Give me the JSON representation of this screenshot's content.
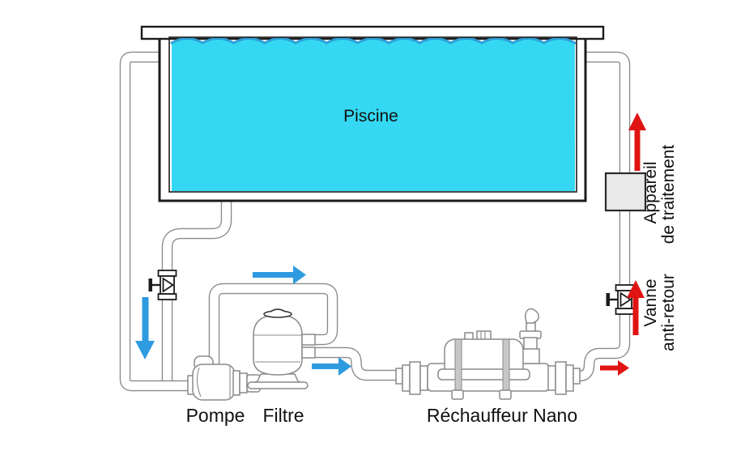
{
  "diagram": {
    "title_context": "Pool plumbing circuit with Nano heater",
    "labels": {
      "pool": "Piscine",
      "pump": "Pompe",
      "filter": "Filtre",
      "heater": "Réchauffeur Nano",
      "treatment_line1": "Appareil",
      "treatment_line2": "de traitement",
      "check_valve_line1": "Vanne",
      "check_valve_line2": "anti-retour"
    },
    "colors": {
      "background": "#ffffff",
      "water": "#35d8f2",
      "wave_stroke": "#2d9fd8",
      "pool_outline": "#1c1c1c",
      "pipe_outline": "#8a8a8a",
      "pipe_fill": "#ffffff",
      "equipment_outline": "#8a8a8a",
      "valve_dark": "#1c1c1c",
      "treatment_box_fill": "#e9e9e9",
      "treatment_box_border": "#2a2a2a",
      "arrow_blue": "#2e9be0",
      "arrow_red": "#e01313",
      "label_color": "#111111"
    },
    "flow_arrows": [
      {
        "name": "suction-down",
        "color": "blue",
        "direction": "down"
      },
      {
        "name": "pump-to-filter",
        "color": "blue",
        "direction": "right"
      },
      {
        "name": "filter-to-heater",
        "color": "blue",
        "direction": "right"
      },
      {
        "name": "heater-outlet",
        "color": "red",
        "direction": "right"
      },
      {
        "name": "through-check-valve",
        "color": "red",
        "direction": "up"
      },
      {
        "name": "return-to-pool",
        "color": "red",
        "direction": "up"
      }
    ]
  }
}
